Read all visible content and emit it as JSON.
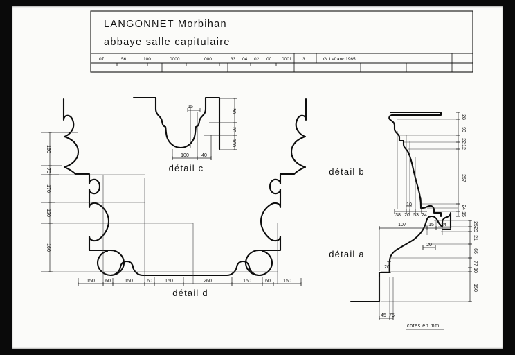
{
  "sheet": {
    "background": "#fbfbf9",
    "border_color": "#0a0a0a"
  },
  "title_block": {
    "line1": "LANGONNET   Morbihan",
    "line2": "abbaye  salle  capitulaire",
    "codes": [
      "07",
      "56",
      "100",
      "0000",
      "000",
      "33",
      "04",
      "02",
      "00",
      "0001"
    ],
    "sheet_number": "3",
    "author": "G. Lefranc  1965"
  },
  "notes": {
    "units": "cotes  en  mm."
  },
  "details": {
    "c": {
      "caption": "détail  c",
      "dims_top": [
        "15"
      ],
      "dims_right": [
        "90",
        "50",
        "100"
      ],
      "dims_bottom": [
        "100",
        "40"
      ]
    },
    "d": {
      "caption": "détail  d",
      "dims_left": [
        "160",
        "70",
        "170",
        "120",
        "160"
      ],
      "dims_bottom": [
        "150",
        "60",
        "150",
        "60",
        "150",
        "260",
        "150",
        "60",
        "150"
      ]
    },
    "b": {
      "caption": "détail  b",
      "dims_right": [
        "28",
        "90",
        "22",
        "12",
        "257",
        "24",
        "15"
      ],
      "dims_bottom": [
        "38",
        "20",
        "10",
        "53",
        "24"
      ]
    },
    "a": {
      "caption": "détail  a",
      "dims_top": [
        "107",
        "15",
        "34"
      ],
      "dims_right": [
        "25",
        "20",
        "21",
        "66",
        "77",
        "10",
        "150"
      ],
      "dims_bottom": [
        "45",
        "75"
      ],
      "dims_inner": [
        "20",
        "20"
      ]
    }
  }
}
